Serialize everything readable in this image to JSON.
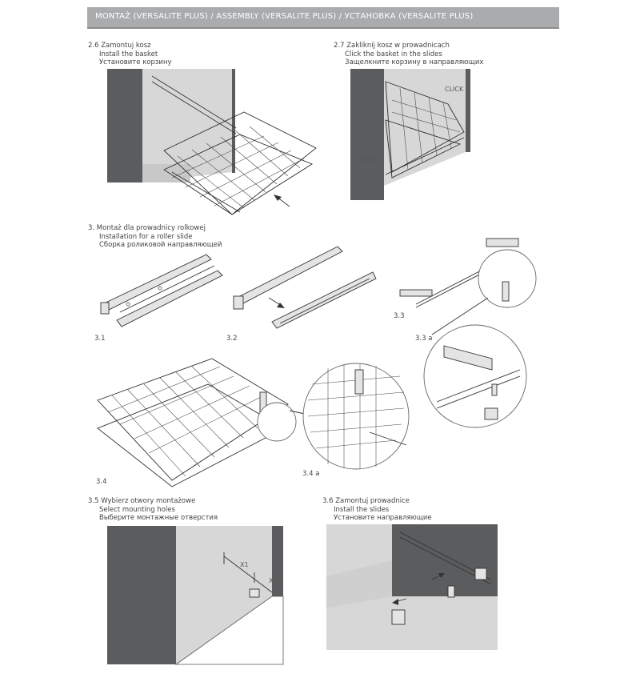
{
  "header": {
    "title": "MONTAŻ (VERSALITE PLUS) / ASSEMBLY (VERSALITE PLUS) / УСТАНОВКА (VERSALITE PLUS)"
  },
  "steps": {
    "s26": {
      "l1": "2.6 Zamontuj kosz",
      "l2": "Install the basket",
      "l3": "Установите корзину"
    },
    "s27": {
      "l1": "2.7 Zakliknij kosz w prowadnicach",
      "l2": "Click the basket in the slides",
      "l3": "Защелкните корзину в направляющих"
    },
    "s3": {
      "l1": "3. Montaż dla prowadnicy rolkowej",
      "l2": "Installation for a roller slide",
      "l3": "Сборка роликовой направляющей"
    },
    "s35": {
      "l1": "3.5 Wybierz otwory montażowe",
      "l2": "Select mounting holes",
      "l3": "Выберите монтажные отверстия"
    },
    "s36": {
      "l1": "3.6 Zamontuj prowadnice",
      "l2": "Install the slides",
      "l3": "Установите направляющие"
    }
  },
  "figure_labels": {
    "f31": "3.1",
    "f32": "3.2",
    "f33": "3.3",
    "f33a": "3.3 a",
    "f34": "3.4",
    "f34a": "3.4 a",
    "click_top": "CLICK",
    "click_bottom": "CLICK",
    "dim_x1": "X1",
    "dim_x": "X"
  },
  "colors": {
    "header_bg": "#a9abad",
    "cabinet_side": "#5b5c5e",
    "cabinet_inner": "#d7d7d7"
  }
}
